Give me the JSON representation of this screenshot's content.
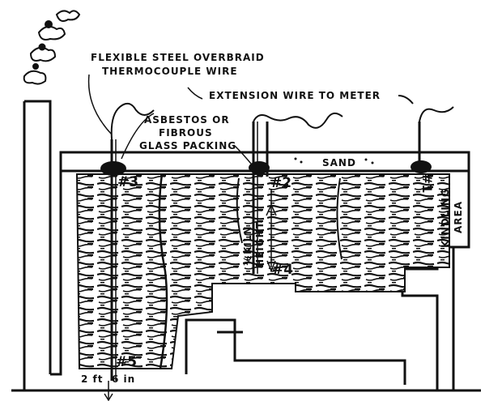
{
  "labels": {
    "overbraid_line1": "FLEXIBLE STEEL OVERBRAID",
    "overbraid_line2": "THERMOCOUPLE WIRE",
    "extension_wire": "EXTENSION WIRE TO METER",
    "packing_line1": "ASBESTOS OR",
    "packing_line2": "FIBROUS",
    "packing_line3": "GLASS PACKING",
    "sand": "SAND",
    "kiln_height_fraction": "½",
    "kiln_height_line1": "KILN",
    "kiln_height_line2": "HEIGHT",
    "kindling_line1": "KINDLING",
    "kindling_line2": "AREA",
    "depth_ft": "2 ft",
    "depth_in": "6 in"
  },
  "thermocouples": [
    {
      "id": "#1"
    },
    {
      "id": "#2"
    },
    {
      "id": "#3"
    },
    {
      "id": "#4"
    },
    {
      "id": "#5"
    }
  ]
}
